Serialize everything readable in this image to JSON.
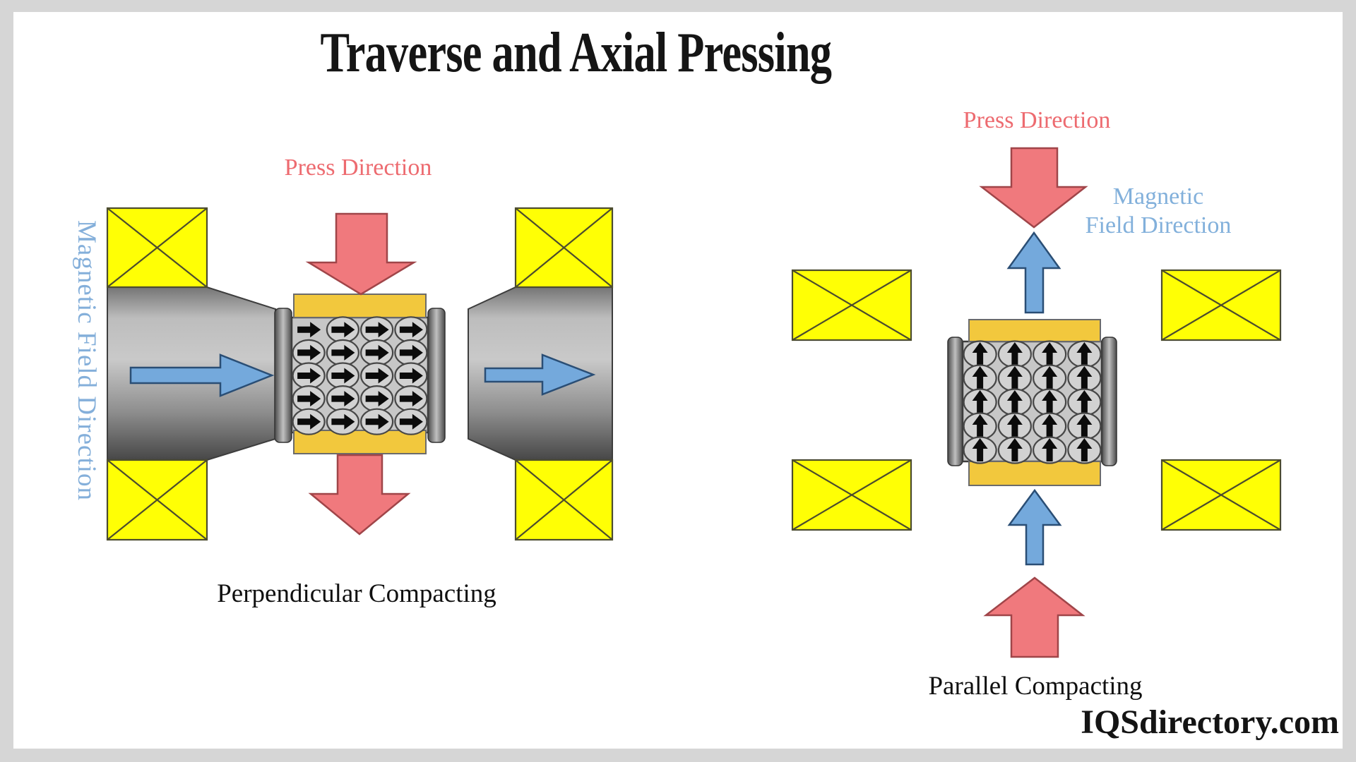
{
  "title": "Traverse and Axial Pressing",
  "watermark": "IQSdirectory.com",
  "palette": {
    "press_arrow_fill": "#F0797D",
    "press_text": "#ED6B70",
    "field_arrow_fill": "#74A9DC",
    "field_text": "#82B0DB",
    "coil_yellow": "#FFFF05",
    "punch_gold": "#F2C83D"
  },
  "left_diagram": {
    "press_label": "Press Direction",
    "field_label": "Magnetic Field Direction",
    "caption": "Perpendicular Compacting",
    "particles": {
      "rows": 5,
      "cols": 4,
      "arrow_direction": "right",
      "plain_cells": [
        [
          0,
          0
        ]
      ]
    }
  },
  "right_diagram": {
    "press_label": "Press Direction",
    "field_label_line1": "Magnetic",
    "field_label_line2": "Field Direction",
    "caption": "Parallel Compacting",
    "particles": {
      "rows": 5,
      "cols": 4,
      "arrow_direction": "up",
      "plain_cells": []
    }
  }
}
